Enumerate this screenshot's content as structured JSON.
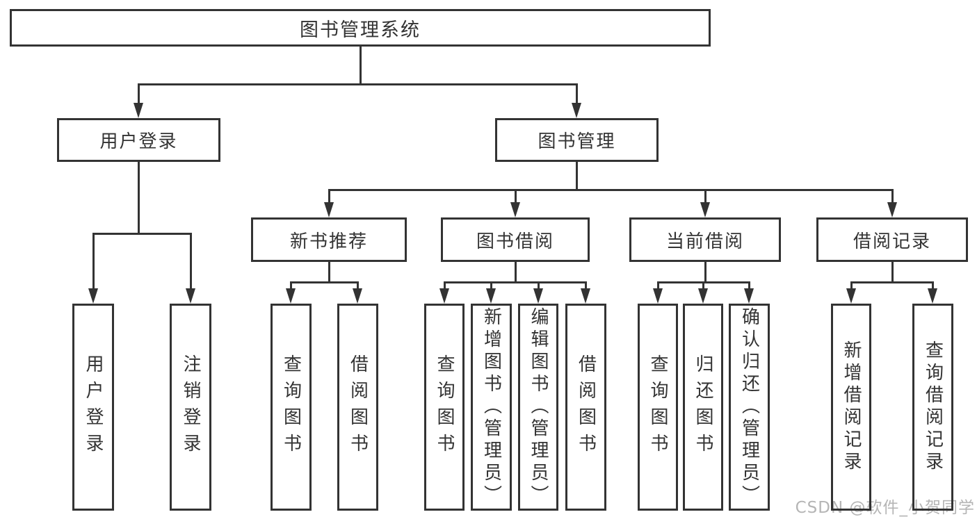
{
  "diagram": {
    "watermark": "CSDN @软件_小贺同学",
    "colors": {
      "line": "#333333",
      "text": "#333333",
      "background": "#ffffff",
      "watermark": "#b5b5b5"
    },
    "nodes": {
      "root": {
        "label": "图书管理系统"
      },
      "user_login_branch": {
        "label": "用户登录"
      },
      "book_mgmt_branch": {
        "label": "图书管理"
      },
      "new_book_rec": {
        "label": "新书推荐"
      },
      "book_borrow": {
        "label": "图书借阅"
      },
      "current_borrow": {
        "label": "当前借阅"
      },
      "borrow_records": {
        "label": "借阅记录"
      },
      "leaf_user_login": {
        "label": "用户登录"
      },
      "leaf_logout": {
        "label": "注销登录"
      },
      "leaf_query_book_1": {
        "label": "查询图书"
      },
      "leaf_borrow_book_1": {
        "label": "借阅图书"
      },
      "leaf_query_book_2": {
        "label": "查询图书"
      },
      "leaf_add_book": {
        "label": "新增图书（管理员）"
      },
      "leaf_edit_book": {
        "label": "编辑图书（管理员）"
      },
      "leaf_borrow_book_2": {
        "label": "借阅图书"
      },
      "leaf_query_book_3": {
        "label": "查询图书"
      },
      "leaf_return_book": {
        "label": "归还图书"
      },
      "leaf_confirm_return": {
        "label": "确认归还（管理员）"
      },
      "leaf_add_borrow_record": {
        "label": "新增借阅记录"
      },
      "leaf_query_borrow_record": {
        "label": "查询借阅记录"
      }
    }
  }
}
